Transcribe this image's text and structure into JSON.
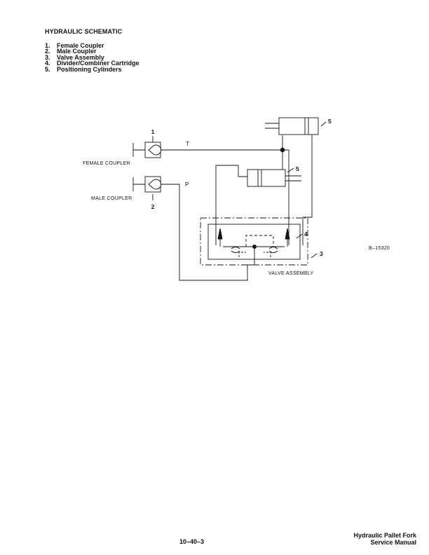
{
  "heading": "HYDRAULIC SCHEMATIC",
  "legend": [
    {
      "num": "1.",
      "label": "Female Coupler"
    },
    {
      "num": "2.",
      "label": "Male Coupler"
    },
    {
      "num": "3.",
      "label": "Valve Assembly"
    },
    {
      "num": "4.",
      "label": "Divider/Combiner Cartridge"
    },
    {
      "num": "5.",
      "label": "Positioning Cylinders"
    }
  ],
  "diagram": {
    "female_coupler_label": "FEMALE COUPLER",
    "male_coupler_label": "MALE COUPLER",
    "valve_assembly_label": "VALVE ASSEMBLY",
    "tank_line_label": "T",
    "pressure_line_label": "P",
    "callout_1": "1",
    "callout_2": "2",
    "callout_3": "3",
    "callout_4": "4",
    "callout_5_upper": "5",
    "callout_5_lower": "5",
    "figure_id": "B–15320"
  },
  "footer": {
    "page_number": "10–40–3",
    "doc_title_line1": "Hydraulic Pallet Fork",
    "doc_title_line2": "Service Manual"
  }
}
